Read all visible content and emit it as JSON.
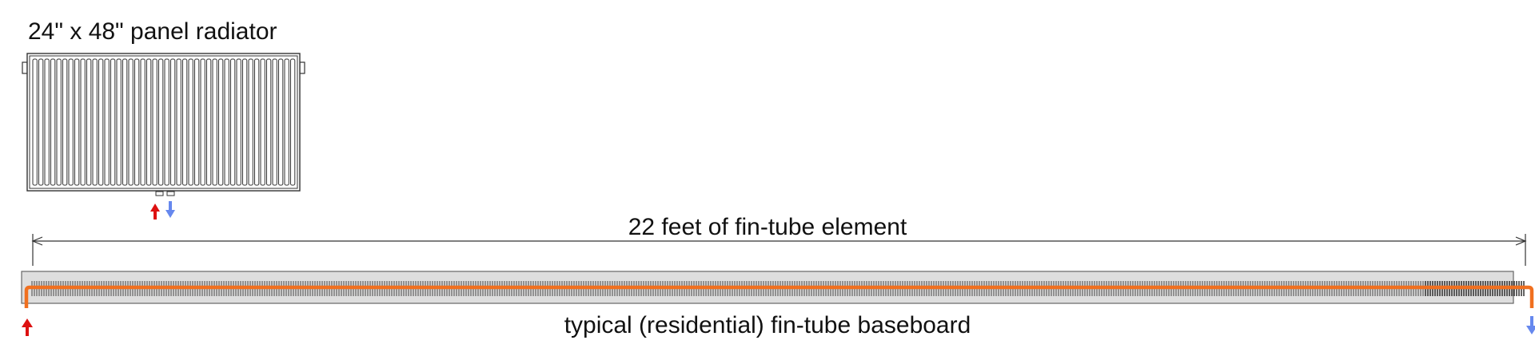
{
  "labels": {
    "radiator_title": "24\" x 48\" panel radiator",
    "fin_tube_length": "22 feet of fin-tube element",
    "baseboard_title": "typical (residential) fin-tube baseboard"
  },
  "colors": {
    "supply": "#dd1111",
    "return": "#6688ee",
    "pipe": "#f07020",
    "housing_fill": "#dedede",
    "line": "#333333"
  },
  "icons": {
    "supply": "up-arrow-icon",
    "return": "down-arrow-icon"
  }
}
